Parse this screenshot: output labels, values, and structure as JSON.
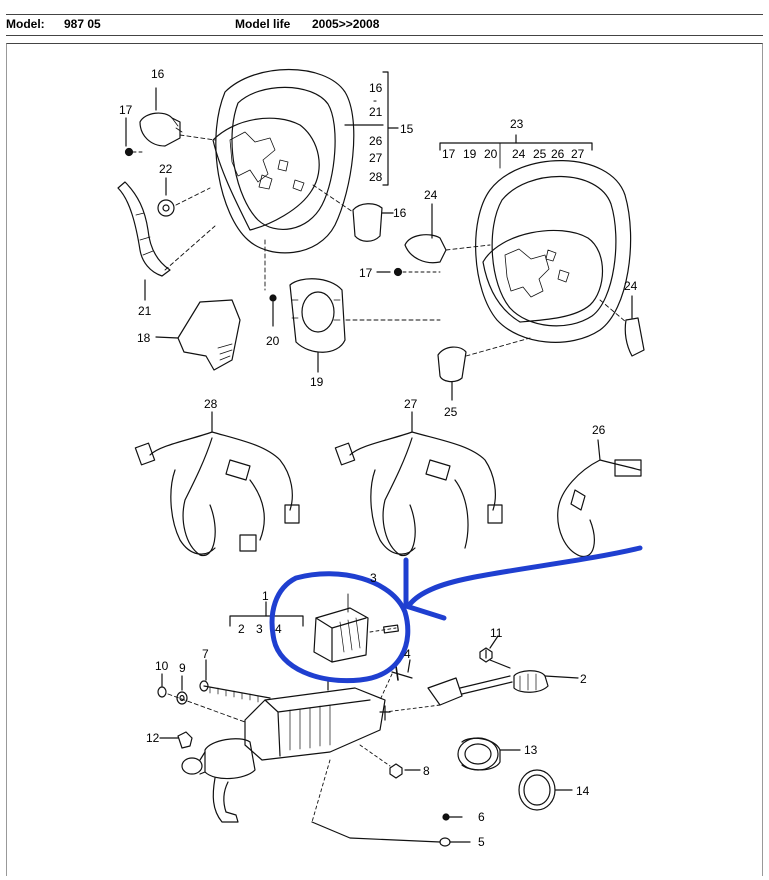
{
  "header": {
    "model_label": "Model:",
    "model_value": "987 05",
    "life_label": "Model life",
    "life_value": "2005>>2008"
  },
  "parts": {
    "p1": "1",
    "p2": "2",
    "p3": "3",
    "p4": "4",
    "p5": "5",
    "p6": "6",
    "p7": "7",
    "p8": "8",
    "p9": "9",
    "p10": "10",
    "p11": "11",
    "p12": "12",
    "p13": "13",
    "p14": "14",
    "p15": "15",
    "p16a": "16",
    "p16b": "16",
    "p17a": "17",
    "p17b": "17",
    "p18": "18",
    "p19": "19",
    "p20": "20",
    "p21": "21",
    "p22": "22",
    "p23": "23",
    "p24a": "24",
    "p24b": "24",
    "p25": "25",
    "p26": "26",
    "p27": "27",
    "p28": "28"
  },
  "bracket15": {
    "l1": "16",
    "l2": "-",
    "l3": "21",
    "l4": "26",
    "l5": "27",
    "l6": "28"
  },
  "bracket23": {
    "l1": "17",
    "l2": "19",
    "l3": "20",
    "l4": "24",
    "l5": "25",
    "l6": "26",
    "l7": "27"
  },
  "bracket1": {
    "l1": "2",
    "l2": "3",
    "l3": "4"
  },
  "colors": {
    "highlight": "#1f3fd0"
  }
}
